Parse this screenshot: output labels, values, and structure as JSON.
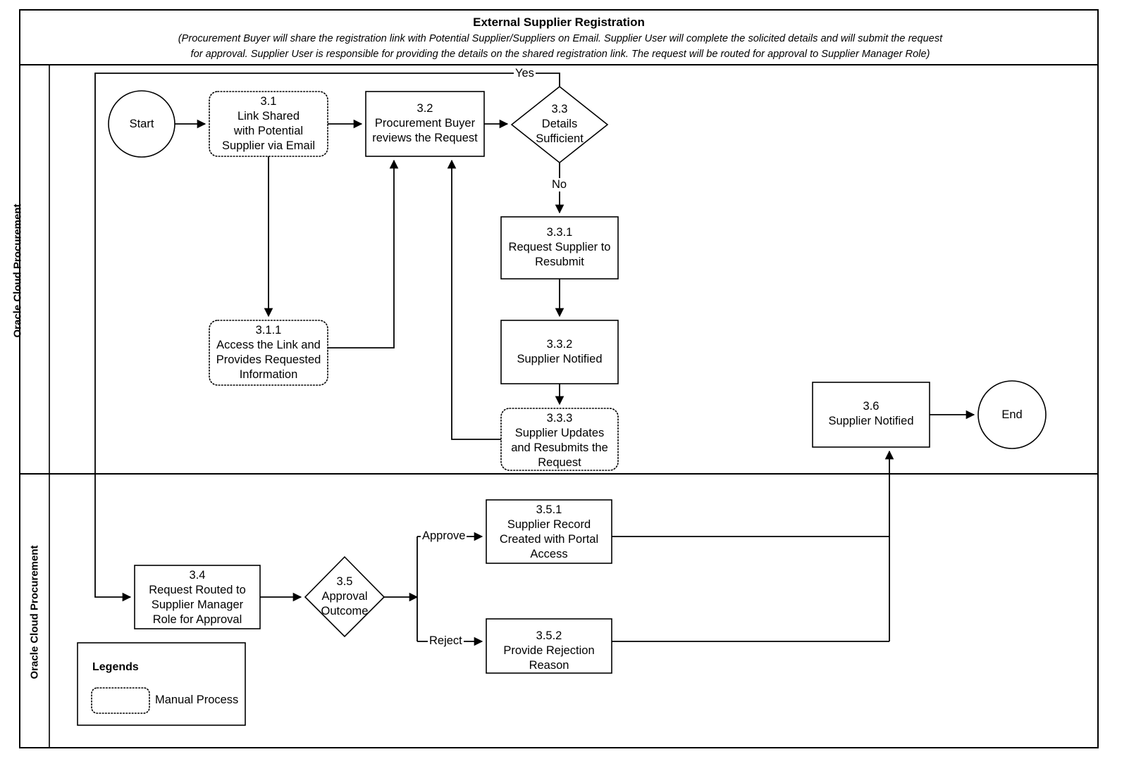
{
  "diagram": {
    "title": "External Supplier Registration",
    "subtitle": "(Procurement Buyer will share the registration link with Potential Supplier/Suppliers on Email. Supplier User will complete the solicited details and will submit the request\nfor approval. Supplier User is responsible for providing the details on the shared registration link. The request will be routed for approval to Supplier Manager Role)",
    "type": "flowchart",
    "lanes": [
      {
        "id": "lane-top",
        "label": "Oracle Cloud Procurement"
      },
      {
        "id": "lane-bottom",
        "label": "Oracle Cloud Procurement"
      }
    ],
    "nodes": {
      "start": {
        "label": "Start",
        "shape": "circle"
      },
      "n31": {
        "label": "3.1\nLink Shared\nwith Potential\nSupplier via Email",
        "shape": "manual-process"
      },
      "n32": {
        "label": "3.2\nProcurement Buyer\nreviews the Request",
        "shape": "process"
      },
      "n33": {
        "label": "3.3\nDetails\nSufficient",
        "shape": "decision"
      },
      "n311": {
        "label": "3.1.1\nAccess the Link and\nProvides Requested\nInformation",
        "shape": "manual-process"
      },
      "n331": {
        "label": "3.3.1\nRequest Supplier to\nResubmit",
        "shape": "process"
      },
      "n332": {
        "label": "3.3.2\nSupplier Notified",
        "shape": "process"
      },
      "n333": {
        "label": "3.3.3\nSupplier Updates\nand Resubmits the\nRequest",
        "shape": "manual-process"
      },
      "n36": {
        "label": "3.6\nSupplier Notified",
        "shape": "process"
      },
      "end": {
        "label": "End",
        "shape": "circle"
      },
      "n34": {
        "label": "3.4\nRequest Routed to\nSupplier Manager\nRole for Approval",
        "shape": "process"
      },
      "n35": {
        "label": "3.5\nApproval\nOutcome",
        "shape": "decision"
      },
      "n351": {
        "label": "3.5.1\nSupplier Record\nCreated with Portal\nAccess",
        "shape": "process"
      },
      "n352": {
        "label": "3.5.2\nProvide Rejection\nReason",
        "shape": "process"
      }
    },
    "edge_labels": {
      "yes": "Yes",
      "no": "No",
      "approve": "Approve",
      "reject": "Reject"
    },
    "legend": {
      "title": "Legends",
      "items": [
        {
          "swatch": "manual-process",
          "label": "Manual Process"
        }
      ]
    },
    "colors": {
      "stroke": "#000000",
      "fill": "#ffffff",
      "background": "#ffffff"
    }
  }
}
